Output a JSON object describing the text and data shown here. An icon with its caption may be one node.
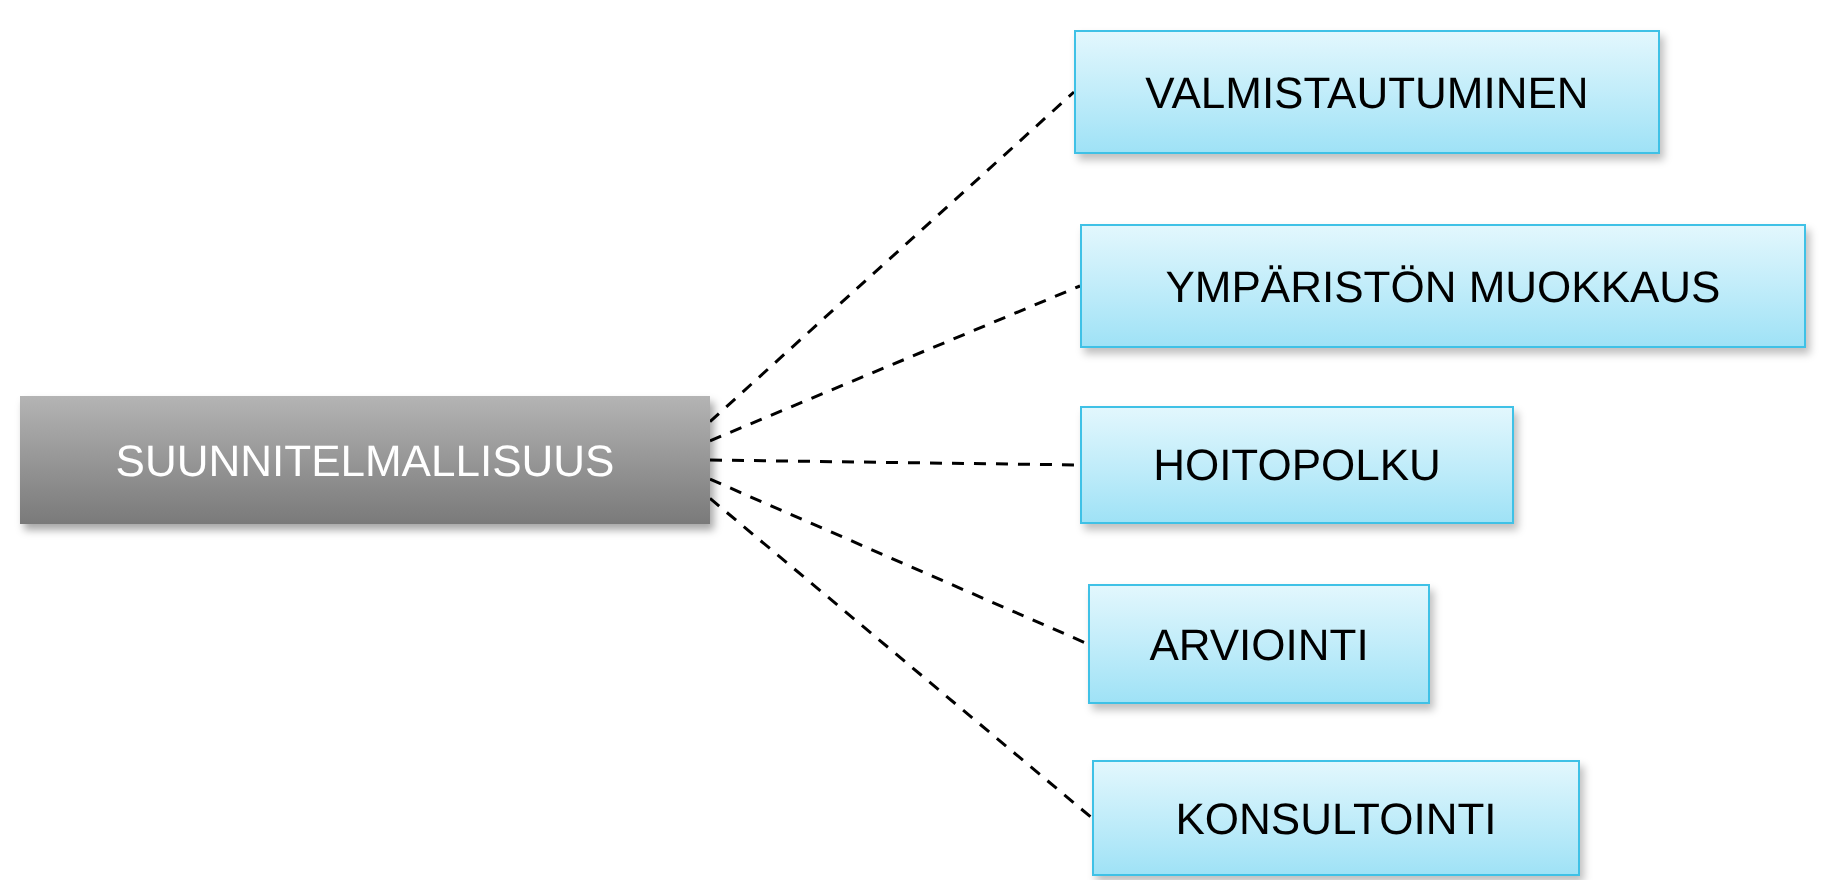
{
  "diagram": {
    "nodes": [
      {
        "text": [
          "SUUNNITELMALLISUUS"
        ]
      },
      {
        "text": [
          "VALMISTAUTUMINEN"
        ]
      },
      {
        "text": [
          "YMPÄRISTÖN MUOKKAUS"
        ]
      },
      {
        "text": [
          "HOITOPOLKU"
        ]
      },
      {
        "text": [
          "ARVIOINTI"
        ]
      },
      {
        "text": [
          "KONSULTOINTI"
        ]
      }
    ],
    "edges": [
      {
        "from": 0,
        "to": 1,
        "arrow": "none",
        "style": "dashed"
      },
      {
        "from": 0,
        "to": 2,
        "arrow": "none",
        "style": "dashed"
      },
      {
        "from": 0,
        "to": 3,
        "arrow": "none",
        "style": "dashed"
      },
      {
        "from": 0,
        "to": 4,
        "arrow": "none",
        "style": "dashed"
      },
      {
        "from": 0,
        "to": 5,
        "arrow": "none",
        "style": "dashed"
      }
    ]
  }
}
